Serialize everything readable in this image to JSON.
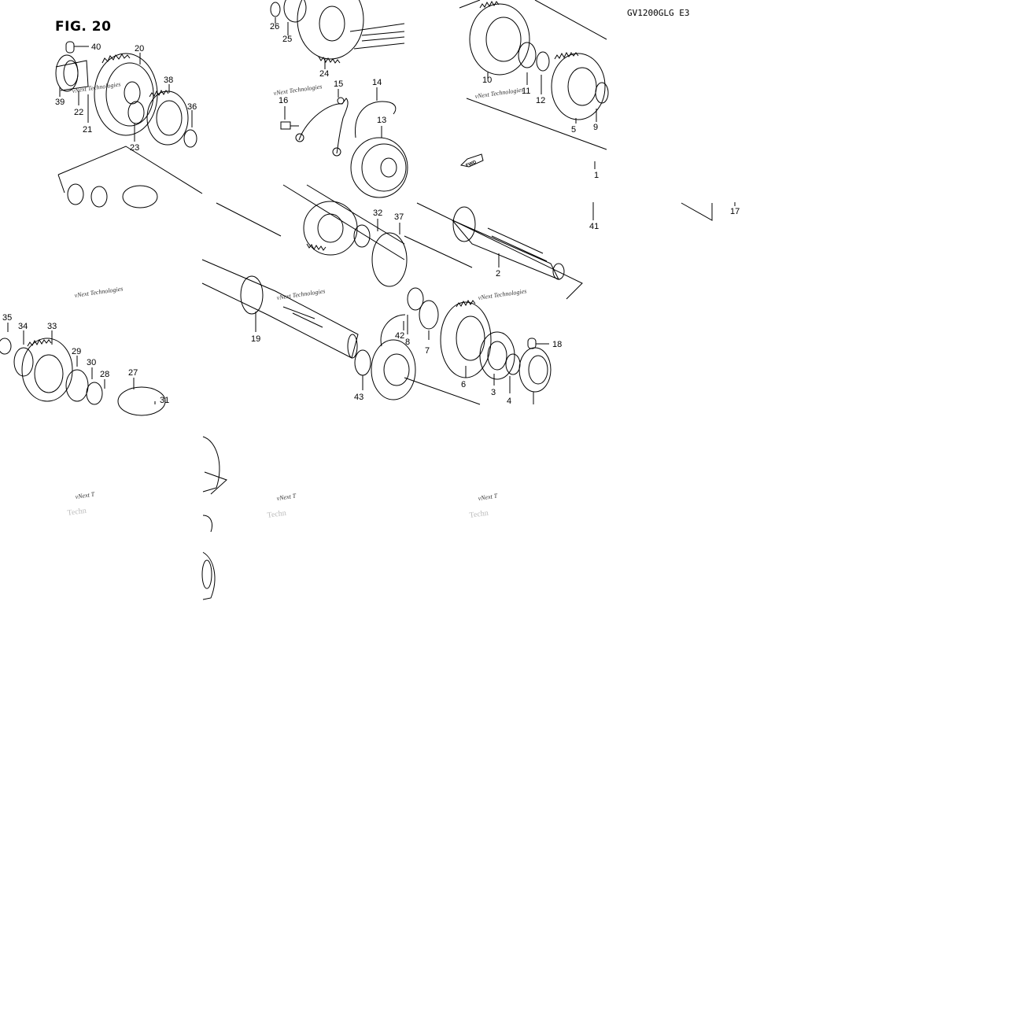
{
  "header": {
    "figure_title": "FIG. 20",
    "model_code": "GV1200GLG E3"
  },
  "watermark": {
    "line1": "vNext Technologies",
    "short": "vNext T",
    "faint": "Techn"
  },
  "callouts": {
    "c1": "1",
    "c2": "2",
    "c3": "3",
    "c4": "4",
    "c5": "5",
    "c6": "6",
    "c7": "7",
    "c8": "8",
    "c9": "9",
    "c10": "10",
    "c11": "11",
    "c12": "12",
    "c13": "13",
    "c14": "14",
    "c15": "15",
    "c16": "16",
    "c17": "17",
    "c18": "18",
    "c19": "19",
    "c20": "20",
    "c21": "21",
    "c22": "22",
    "c23": "23",
    "c24": "24",
    "c25": "25",
    "c26": "26",
    "c27": "27",
    "c28": "28",
    "c29": "29",
    "c30": "30",
    "c31": "31",
    "c32": "32",
    "c33": "33",
    "c34": "34",
    "c35": "35",
    "c36": "36",
    "c37": "37",
    "c38": "38",
    "c39": "39",
    "c40": "40",
    "c41": "41",
    "c42": "42",
    "c43": "43"
  },
  "fwd_arrow": "FWD"
}
